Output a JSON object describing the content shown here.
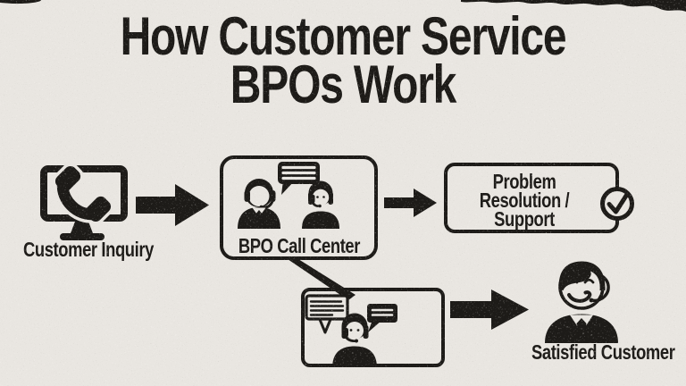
{
  "page": {
    "background_color": "#e9e6e1",
    "ink_color": "#1d1b18",
    "style": "distressed black stamp infographic on paper texture"
  },
  "title": {
    "line1": "How Customer Service",
    "line2": "BPOs Work"
  },
  "flow": {
    "customer_inquiry": {
      "label": "Customer Inquiry",
      "icon": "monitor-phone-icon"
    },
    "arrow_1": {
      "icon": "arrow-right-icon"
    },
    "bpo_call_center": {
      "label": "BPO Call Center",
      "icons": [
        "speech-bubble-icon",
        "agent-male-headset-icon",
        "agent-female-headset-icon"
      ]
    },
    "arrow_2": {
      "icon": "arrow-right-icon"
    },
    "problem_resolution": {
      "label_line1": "Problem",
      "label_line2": "Resolution / Support",
      "icon": "check-circle-icon"
    },
    "chat_support": {
      "icons": [
        "chat-bubble-outline-icon",
        "chat-bubble-filled-icon",
        "agent-female-headset-icon"
      ]
    },
    "arrow_3": {
      "icon": "arrow-right-icon"
    },
    "satisfied_customer": {
      "label": "Satisfied Customer",
      "icon": "satisfied-customer-headset-icon"
    }
  }
}
